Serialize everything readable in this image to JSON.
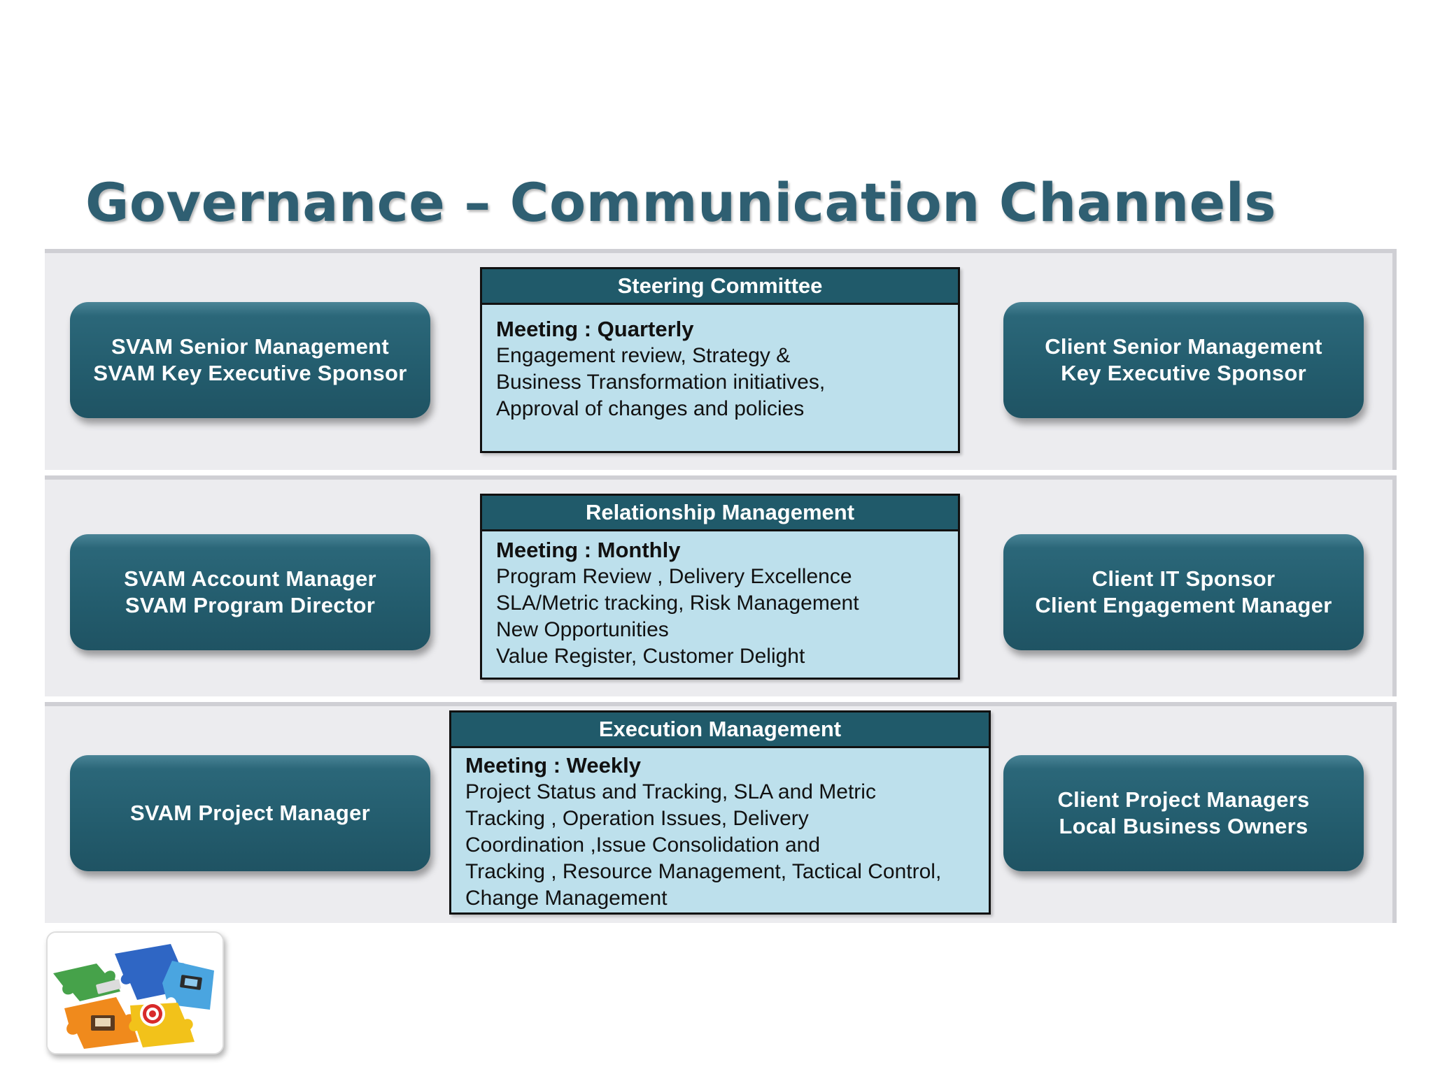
{
  "title": "Governance – Communication Channels",
  "tiers": [
    {
      "svam_roles": [
        "SVAM Senior Management",
        "SVAM Key Executive Sponsor"
      ],
      "meeting": {
        "header": "Steering Committee",
        "frequency": "Meeting : Quarterly",
        "lines": [
          "Engagement review, Strategy &",
          "Business Transformation initiatives,",
          "Approval of changes and policies"
        ]
      },
      "client_roles": [
        "Client Senior Management",
        "Key Executive Sponsor"
      ]
    },
    {
      "svam_roles": [
        "SVAM Account Manager",
        "SVAM Program Director"
      ],
      "meeting": {
        "header": "Relationship Management",
        "frequency": "Meeting : Monthly",
        "lines": [
          "Program Review , Delivery Excellence",
          "SLA/Metric tracking, Risk Management",
          "New Opportunities",
          "Value Register, Customer Delight"
        ]
      },
      "client_roles": [
        "Client IT Sponsor",
        "Client Engagement Manager"
      ]
    },
    {
      "svam_roles": [
        "SVAM Project Manager"
      ],
      "meeting": {
        "header": "Execution Management",
        "frequency": "Meeting : Weekly",
        "lines": [
          "Project Status and Tracking, SLA and Metric",
          "Tracking , Operation Issues, Delivery",
          "Coordination ,Issue Consolidation and",
          "Tracking , Resource Management, Tactical Control,",
          "Change Management"
        ]
      },
      "client_roles": [
        "Client Project Managers",
        "Local Business Owners"
      ]
    }
  ],
  "colors": {
    "title": "#2f5f72",
    "role_box": "#235c6d",
    "meeting_header": "#205a6a",
    "meeting_body": "#bde0ec",
    "band": "#ececef"
  },
  "logo_icon": "puzzle-pieces-icon"
}
